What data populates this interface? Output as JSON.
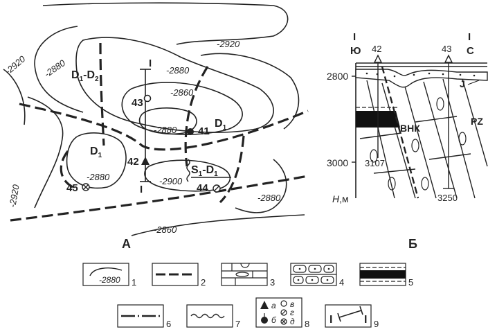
{
  "map": {
    "panel_label": "А",
    "contours": [
      {
        "label": "-2920",
        "id": "top"
      },
      {
        "label": "-2880",
        "id": "upper-left"
      },
      {
        "label": "-2920",
        "id": "left-edge"
      },
      {
        "label": "-2880",
        "id": "upper-mid"
      },
      {
        "label": "-2860",
        "id": "inner"
      },
      {
        "label": "-2880",
        "id": "core"
      },
      {
        "label": "-2880",
        "id": "d1-small"
      },
      {
        "label": "-2900",
        "id": "lower-mid"
      },
      {
        "label": "-2920",
        "id": "left-lower"
      },
      {
        "label": "-2880",
        "id": "lower-right"
      },
      {
        "label": "-2860",
        "id": "bottom"
      }
    ],
    "formations": {
      "d1_d2": {
        "main": "D",
        "sub1": "1",
        "sep": "-D",
        "sub2": "2"
      },
      "d1_east": {
        "main": "D",
        "sub": "1"
      },
      "d1_west": {
        "main": "D",
        "sub": "1"
      },
      "s1_d1": {
        "main": "S",
        "sub1": "1",
        "sep": "-D",
        "sub2": "1"
      }
    },
    "wells": [
      {
        "number": "43",
        "symbol": "open-circle"
      },
      {
        "number": "41",
        "symbol": "filled-circle"
      },
      {
        "number": "42",
        "symbol": "filled-triangle"
      },
      {
        "number": "44",
        "symbol": "slashed-circle"
      },
      {
        "number": "45",
        "symbol": "crossed-circle"
      }
    ],
    "section_line": {
      "start": "I",
      "end": "I"
    }
  },
  "section": {
    "panel_label": "Б",
    "line_start": "I",
    "line_end": "I",
    "dir_start": "Ю",
    "dir_end": "С",
    "wells": [
      {
        "number": "42"
      },
      {
        "number": "43"
      }
    ],
    "depth_ticks": [
      "2800",
      "3000"
    ],
    "axis_label_main": "Н",
    "axis_label_unit": ",м",
    "strata": {
      "top": "J",
      "basement": "PZ"
    },
    "contact_label": "ВНК",
    "depths": [
      "3107",
      "3250"
    ]
  },
  "legend": [
    {
      "number": "1",
      "sample_text": "-2880",
      "icon": "contour-line"
    },
    {
      "number": "2",
      "icon": "dashed-fault-line"
    },
    {
      "number": "3",
      "icon": "limestone-pattern"
    },
    {
      "number": "4",
      "icon": "sandstone-pattern"
    },
    {
      "number": "5",
      "icon": "oil-bed"
    },
    {
      "number": "6",
      "icon": "dash-dot-line"
    },
    {
      "number": "7",
      "icon": "wavy-line"
    },
    {
      "number": "8",
      "icon": "well-symbols",
      "sub": {
        "a": "а",
        "b": "б",
        "v": "в",
        "g": "г",
        "d": "д"
      }
    },
    {
      "number": "9",
      "icon": "section-line",
      "start": "I",
      "end": "I"
    }
  ]
}
